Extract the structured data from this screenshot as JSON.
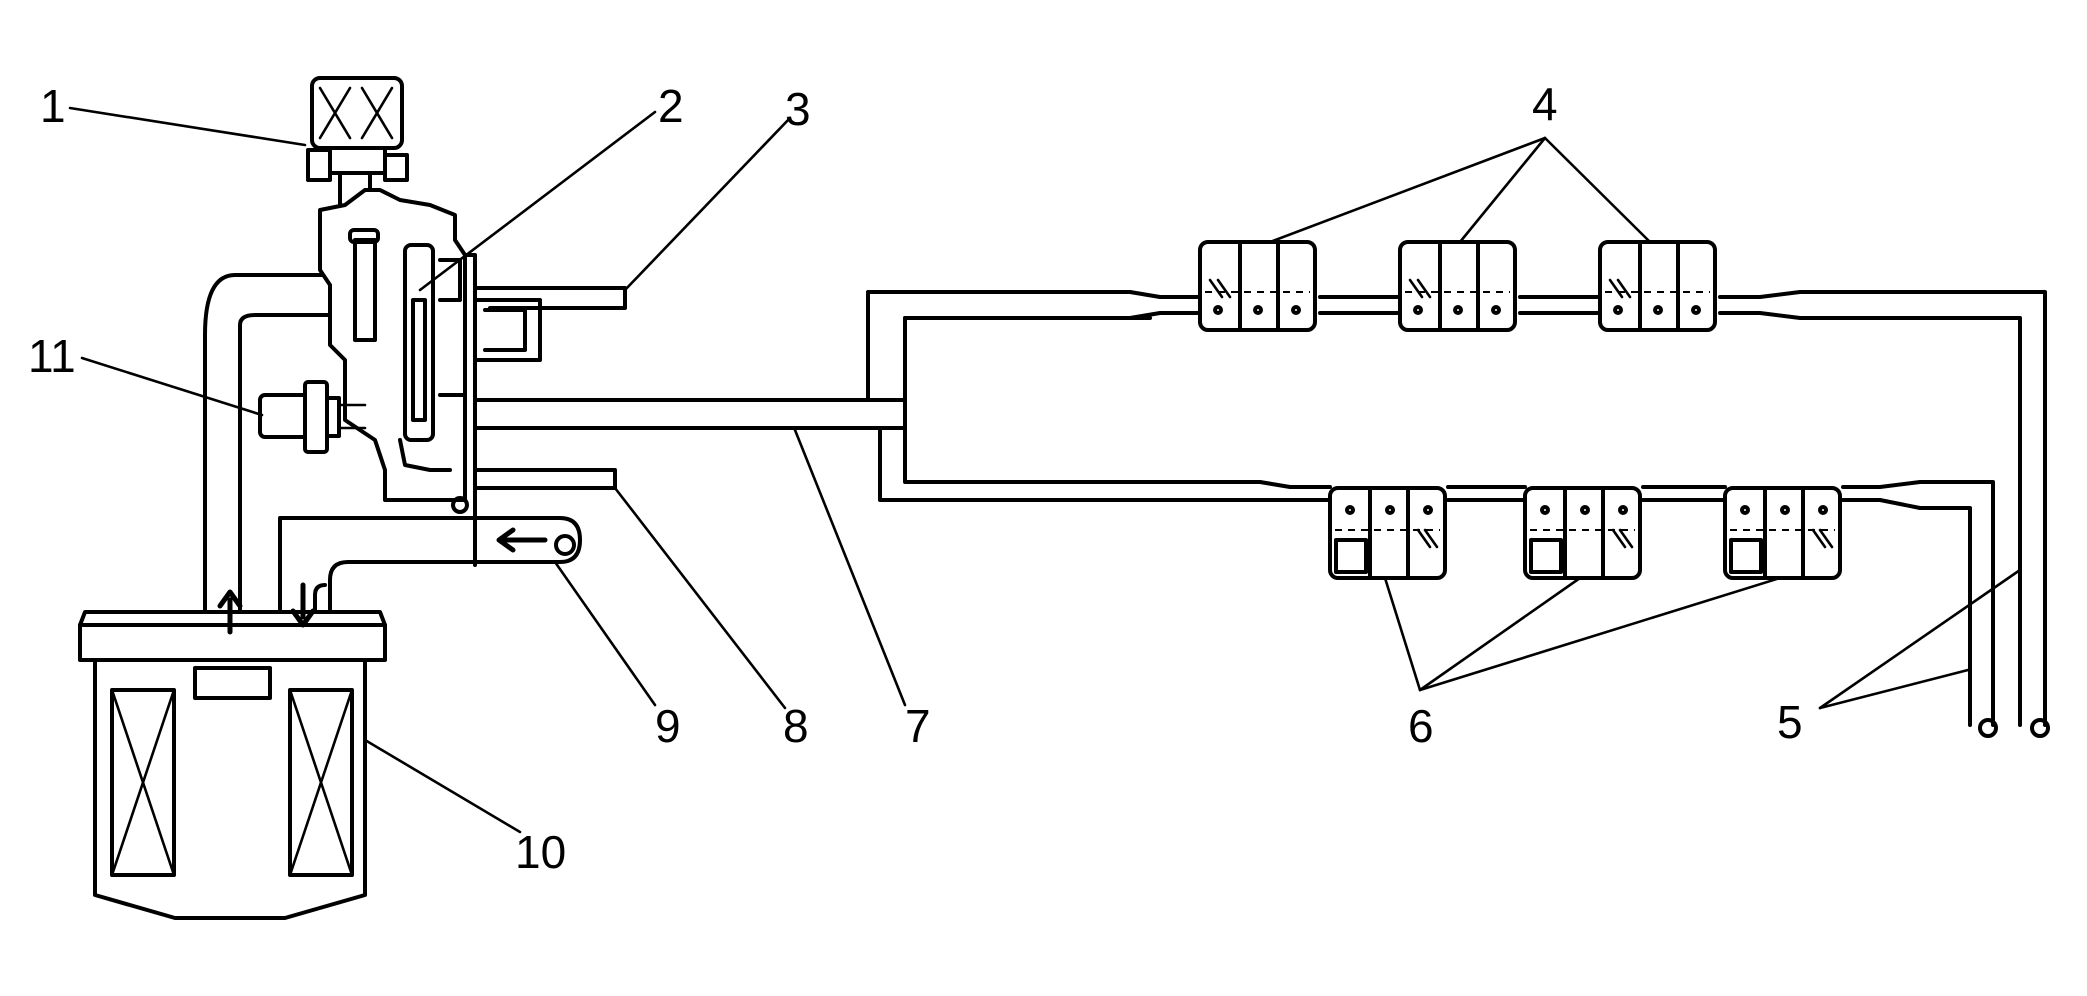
{
  "callouts": [
    {
      "id": "1",
      "label": "1"
    },
    {
      "id": "2",
      "label": "2"
    },
    {
      "id": "3",
      "label": "3"
    },
    {
      "id": "4",
      "label": "4"
    },
    {
      "id": "5",
      "label": "5"
    },
    {
      "id": "6",
      "label": "6"
    },
    {
      "id": "7",
      "label": "7"
    },
    {
      "id": "8",
      "label": "8"
    },
    {
      "id": "9",
      "label": "9"
    },
    {
      "id": "10",
      "label": "10"
    },
    {
      "id": "11",
      "label": "11"
    }
  ],
  "colors": {
    "line": "#000000",
    "background": "#ffffff"
  },
  "icons": {
    "flow_up": "arrow-up-icon",
    "flow_down": "arrow-down-icon",
    "flow_left": "arrow-left-icon"
  }
}
